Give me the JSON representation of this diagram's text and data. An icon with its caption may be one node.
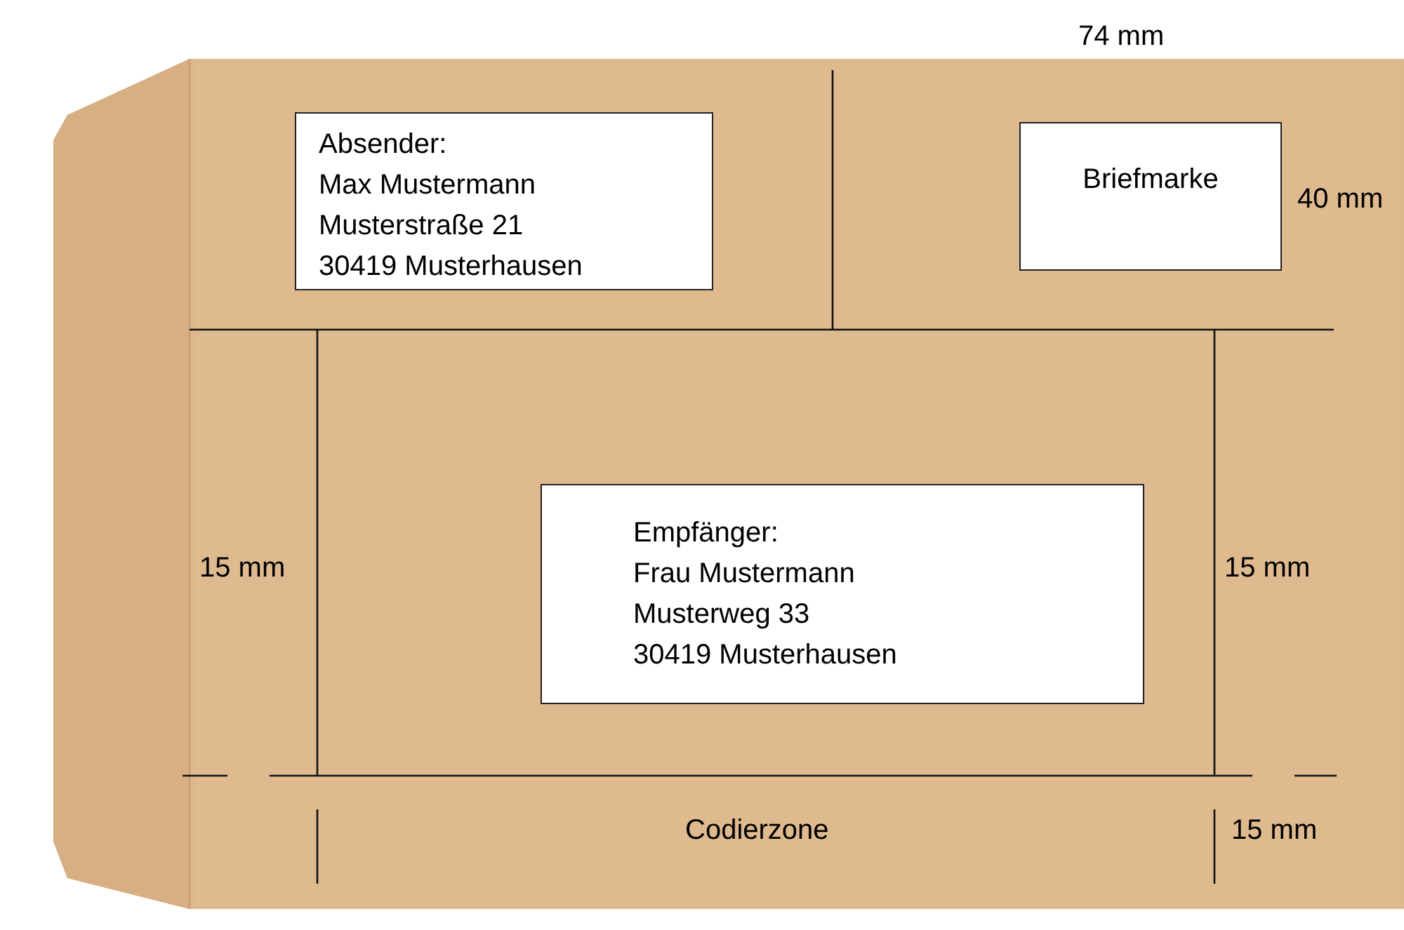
{
  "diagram": {
    "nodes": [
      {
        "text": [
          "Absender:",
          "Max Mustermann",
          "Musterstraße 21",
          "30419 Musterhausen"
        ]
      },
      {
        "text": [
          "Briefmarke"
        ]
      },
      {
        "text": [
          "Empfänger:",
          "Frau Mustermann",
          "Musterweg 33",
          "30419 Musterhausen"
        ]
      }
    ],
    "labels": [
      "74 mm",
      "40 mm",
      "15 mm",
      "15 mm",
      "Codierzone",
      "15 mm"
    ]
  }
}
